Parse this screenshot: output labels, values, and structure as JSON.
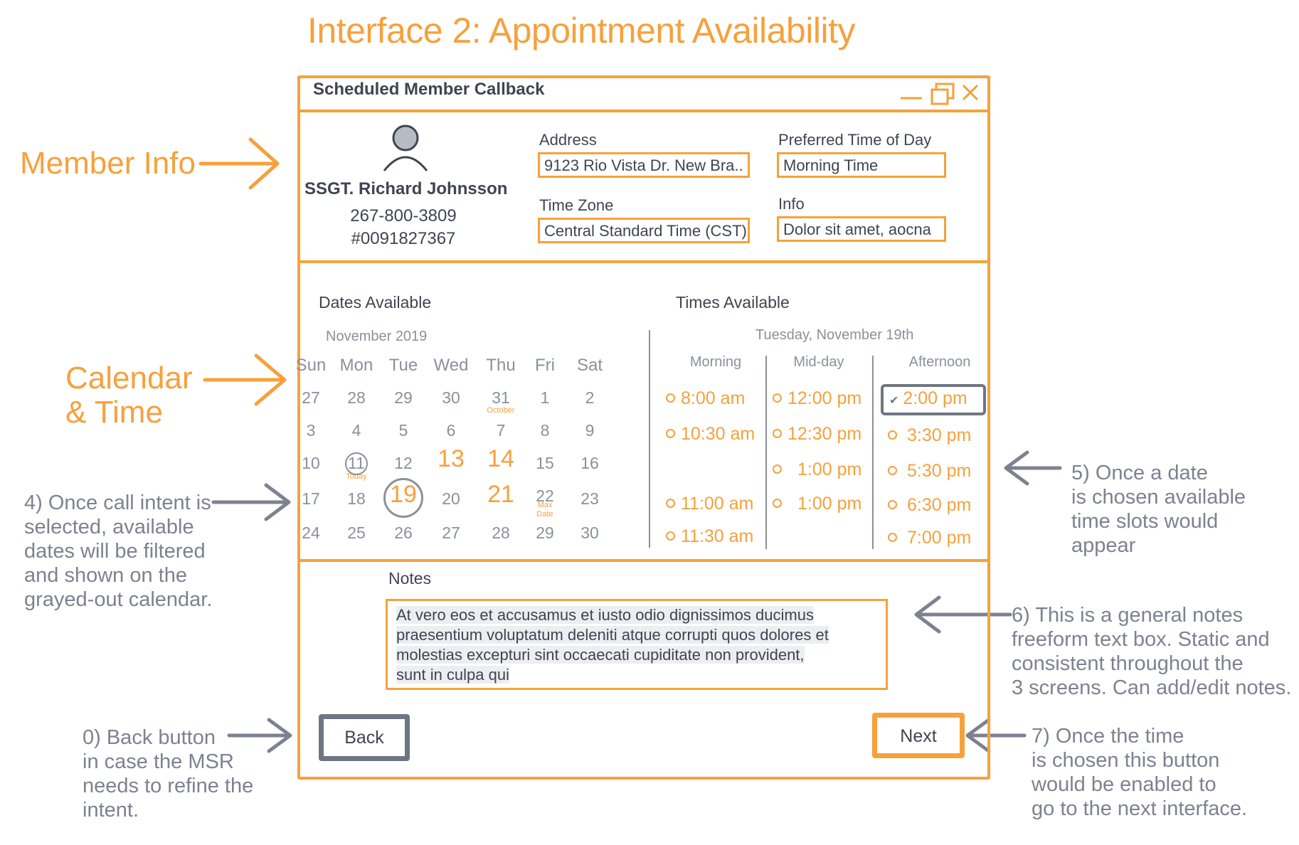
{
  "page": {
    "title": "Interface 2:  Appointment Availability"
  },
  "labels": {
    "member_info": "Member Info",
    "calendar_time_line1": "Calendar",
    "calendar_time_line2": "& Time"
  },
  "annotations": {
    "a4": [
      "4) Once call intent is",
      "selected, available",
      "dates will be filtered",
      "and shown on the",
      "grayed-out calendar."
    ],
    "a5": [
      "5) Once a date",
      "is chosen available",
      "time slots would",
      "appear"
    ],
    "a6": [
      "6) This is a general notes",
      "freeform text box. Static and",
      "consistent throughout the",
      "3 screens. Can add/edit notes."
    ],
    "a0": [
      "0) Back button",
      "in case the MSR",
      "needs to refine the",
      "intent."
    ],
    "a7": [
      "7) Once the time",
      "is chosen this button",
      "would be enabled to",
      "go to the next interface."
    ]
  },
  "window": {
    "title": "Scheduled Member Callback"
  },
  "member": {
    "name": "SSGT. Richard Johnsson",
    "phone": "267-800-3809",
    "id": "#0091827367"
  },
  "fields": {
    "address_label": "Address",
    "address_value": "9123 Rio Vista Dr.  New Bra..",
    "timezone_label": "Time Zone",
    "timezone_value": "Central Standard Time (CST)",
    "preferred_label": "Preferred Time of Day",
    "preferred_value": "Morning Time",
    "info_label": "Info",
    "info_value": "Dolor sit amet, aocna"
  },
  "calendar": {
    "heading": "Dates Available",
    "month": "November 2019",
    "weekdays": [
      "Sun",
      "Mon",
      "Tue",
      "Wed",
      "Thu",
      "Fri",
      "Sat"
    ],
    "weeks": [
      [
        "27",
        "28",
        "29",
        "30",
        "31",
        "1",
        "2"
      ],
      [
        "3",
        "4",
        "5",
        "6",
        "7",
        "8",
        "9"
      ],
      [
        "10",
        "11",
        "12",
        "13",
        "14",
        "15",
        "16"
      ],
      [
        "17",
        "18",
        "19",
        "20",
        "21",
        "22",
        "23"
      ],
      [
        "24",
        "25",
        "26",
        "27",
        "28",
        "29",
        "30"
      ]
    ],
    "sub_october": "October",
    "sub_today": "Today",
    "sub_max_1": "Max",
    "sub_max_2": "Date"
  },
  "times": {
    "heading": "Times Available",
    "date": "Tuesday, November 19th",
    "periods": [
      "Morning",
      "Mid-day",
      "Afternoon"
    ],
    "morning": [
      "8:00 am",
      "10:30 am",
      "11:00 am",
      "11:30 am"
    ],
    "midday": [
      "12:00 pm",
      "12:30 pm",
      "1:00 pm",
      "1:00 pm"
    ],
    "afternoon": [
      "2:00 pm",
      "3:30 pm",
      "5:30 pm",
      "6:30 pm",
      "7:00 pm"
    ]
  },
  "notes": {
    "label": "Notes",
    "lines": [
      "At vero eos et accusamus et iusto odio dignissimos ducimus",
      "praesentium voluptatum deleniti atque corrupti quos dolores et",
      "molestias excepturi sint occaecati cupiditate non provident,",
      "sunt in culpa qui"
    ]
  },
  "buttons": {
    "back": "Back",
    "next": "Next"
  },
  "colors": {
    "accent": "#f6a13c",
    "gray": "#7d8290",
    "dark": "#3f4550"
  }
}
